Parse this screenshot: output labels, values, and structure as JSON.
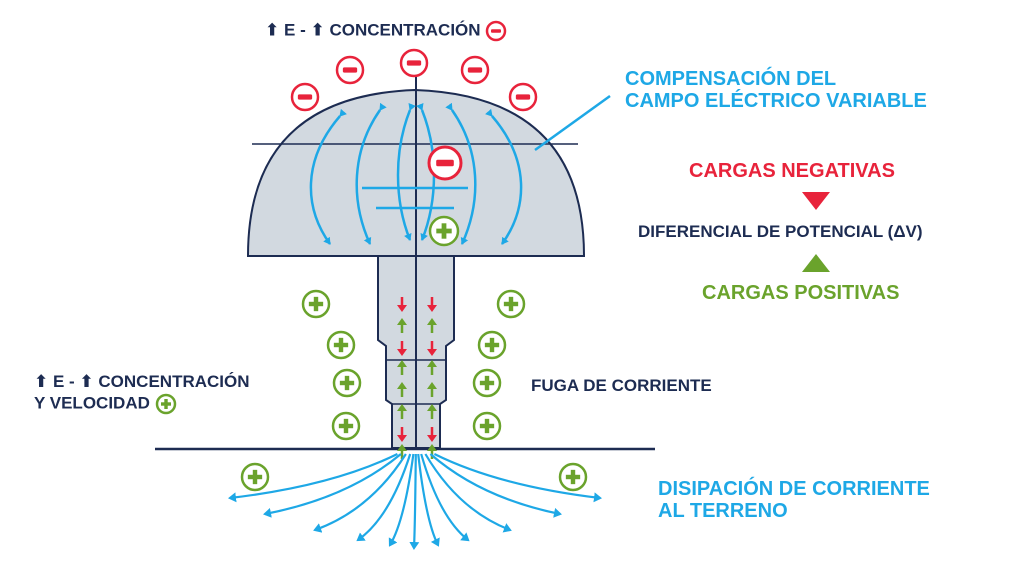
{
  "colors": {
    "blue": "#1ea8e6",
    "navy": "#1d2c52",
    "red": "#e8233b",
    "green": "#6aa32c",
    "body_fill": "#d2d9e0"
  },
  "labels": {
    "top_concentration": {
      "prefix_arrow": "⬆",
      "e": "E",
      "dash": "-",
      "text": "CONCENTRACIÓN"
    },
    "compensation_line1": "COMPENSACIÓN DEL",
    "compensation_line2": "CAMPO ELÉCTRICO VARIABLE",
    "negative_charges": "CARGAS NEGATIVAS",
    "potential_difference": "DIFERENCIAL DE POTENCIAL (ΔV)",
    "positive_charges": "CARGAS POSITIVAS",
    "left_concentration_line1": "E - ⬆ CONCENTRACIÓN",
    "left_velocity": "Y VELOCIDAD",
    "left_arrow": "⬆",
    "current_leak": "FUGA DE CORRIENTE",
    "dissipation_line1": "DISIPACIÓN DE CORRIENTE",
    "dissipation_line2": "AL TERRENO"
  },
  "icons": {
    "negative": "minus-circle-icon",
    "positive": "plus-circle-icon",
    "down_triangle": "triangle-down-icon",
    "up_triangle": "triangle-up-icon"
  }
}
